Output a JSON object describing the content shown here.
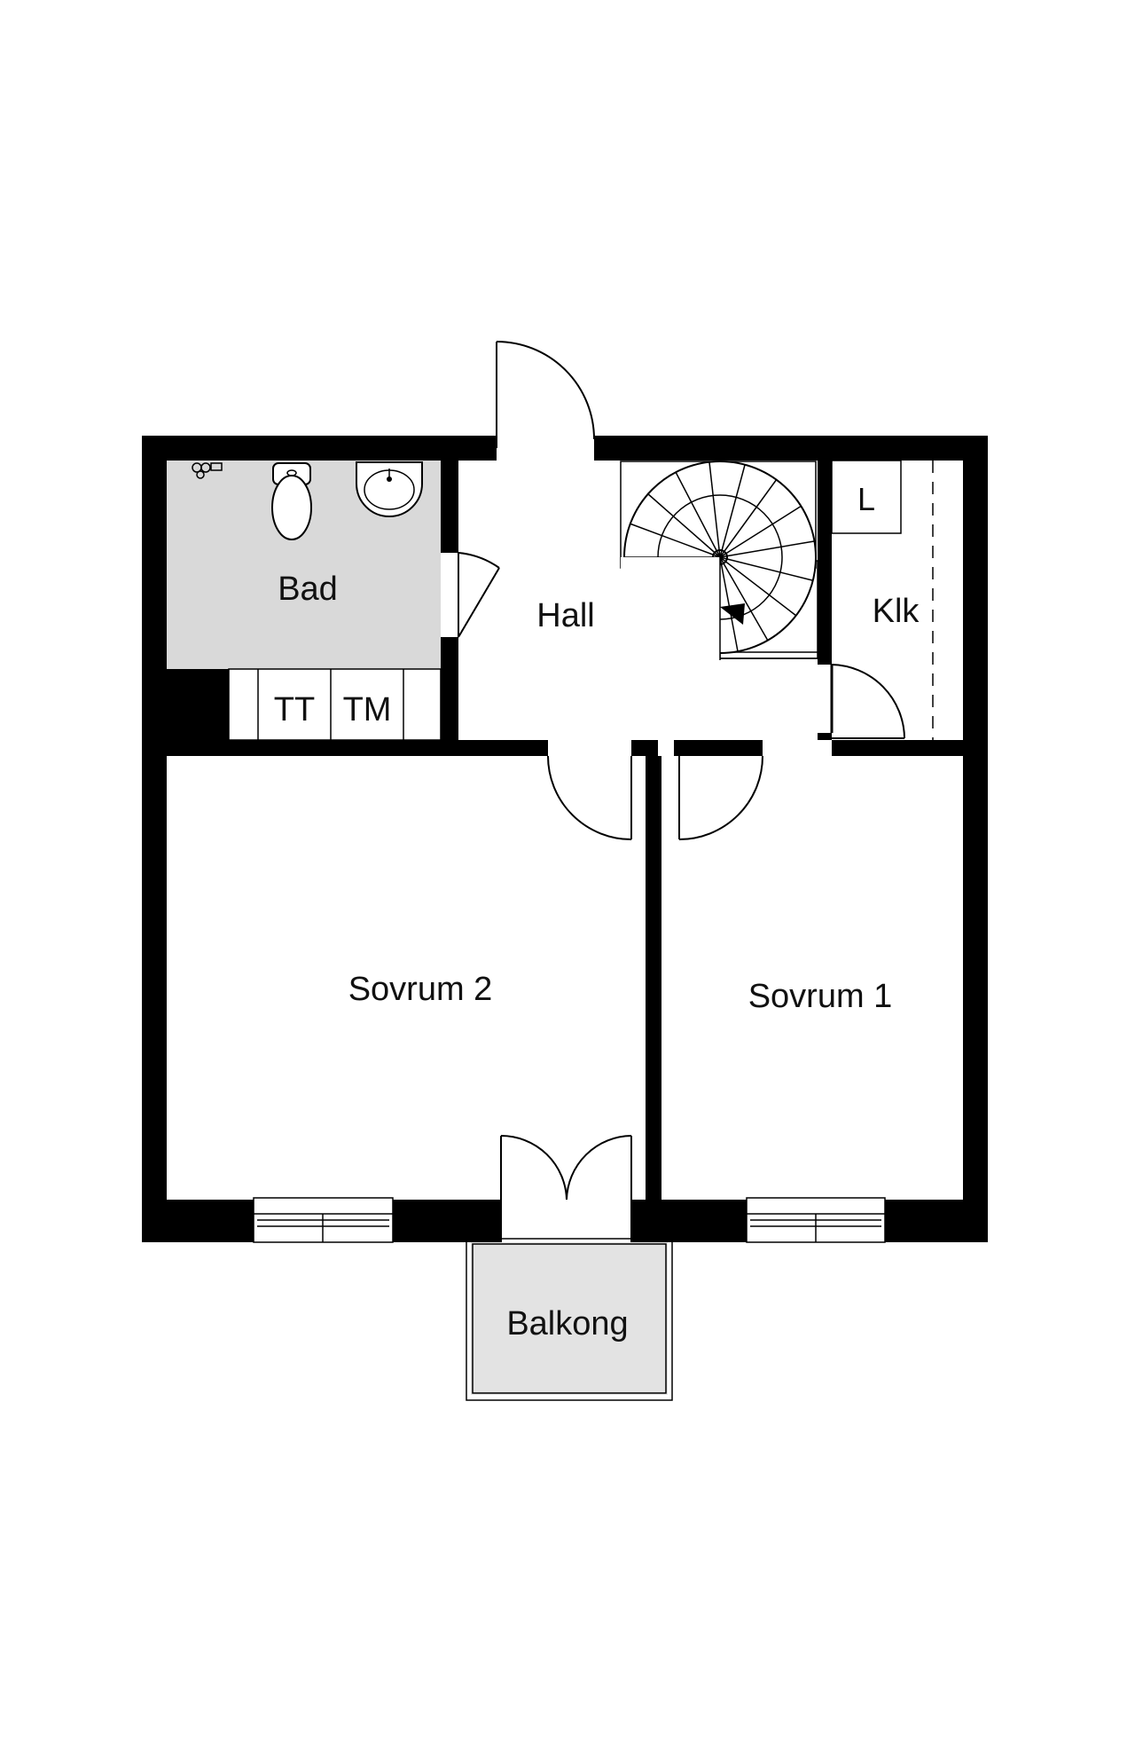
{
  "rooms": {
    "bad": "Bad",
    "hall": "Hall",
    "klk": "Klk",
    "sovrum1": "Sovrum 1",
    "sovrum2": "Sovrum 2",
    "balkong": "Balkong",
    "tt": "TT",
    "tm": "TM",
    "l": "L"
  },
  "colors": {
    "wall": "#000000",
    "wet_room": "#d9d9d9",
    "balcony": "#e3e3e3",
    "background": "#ffffff"
  }
}
